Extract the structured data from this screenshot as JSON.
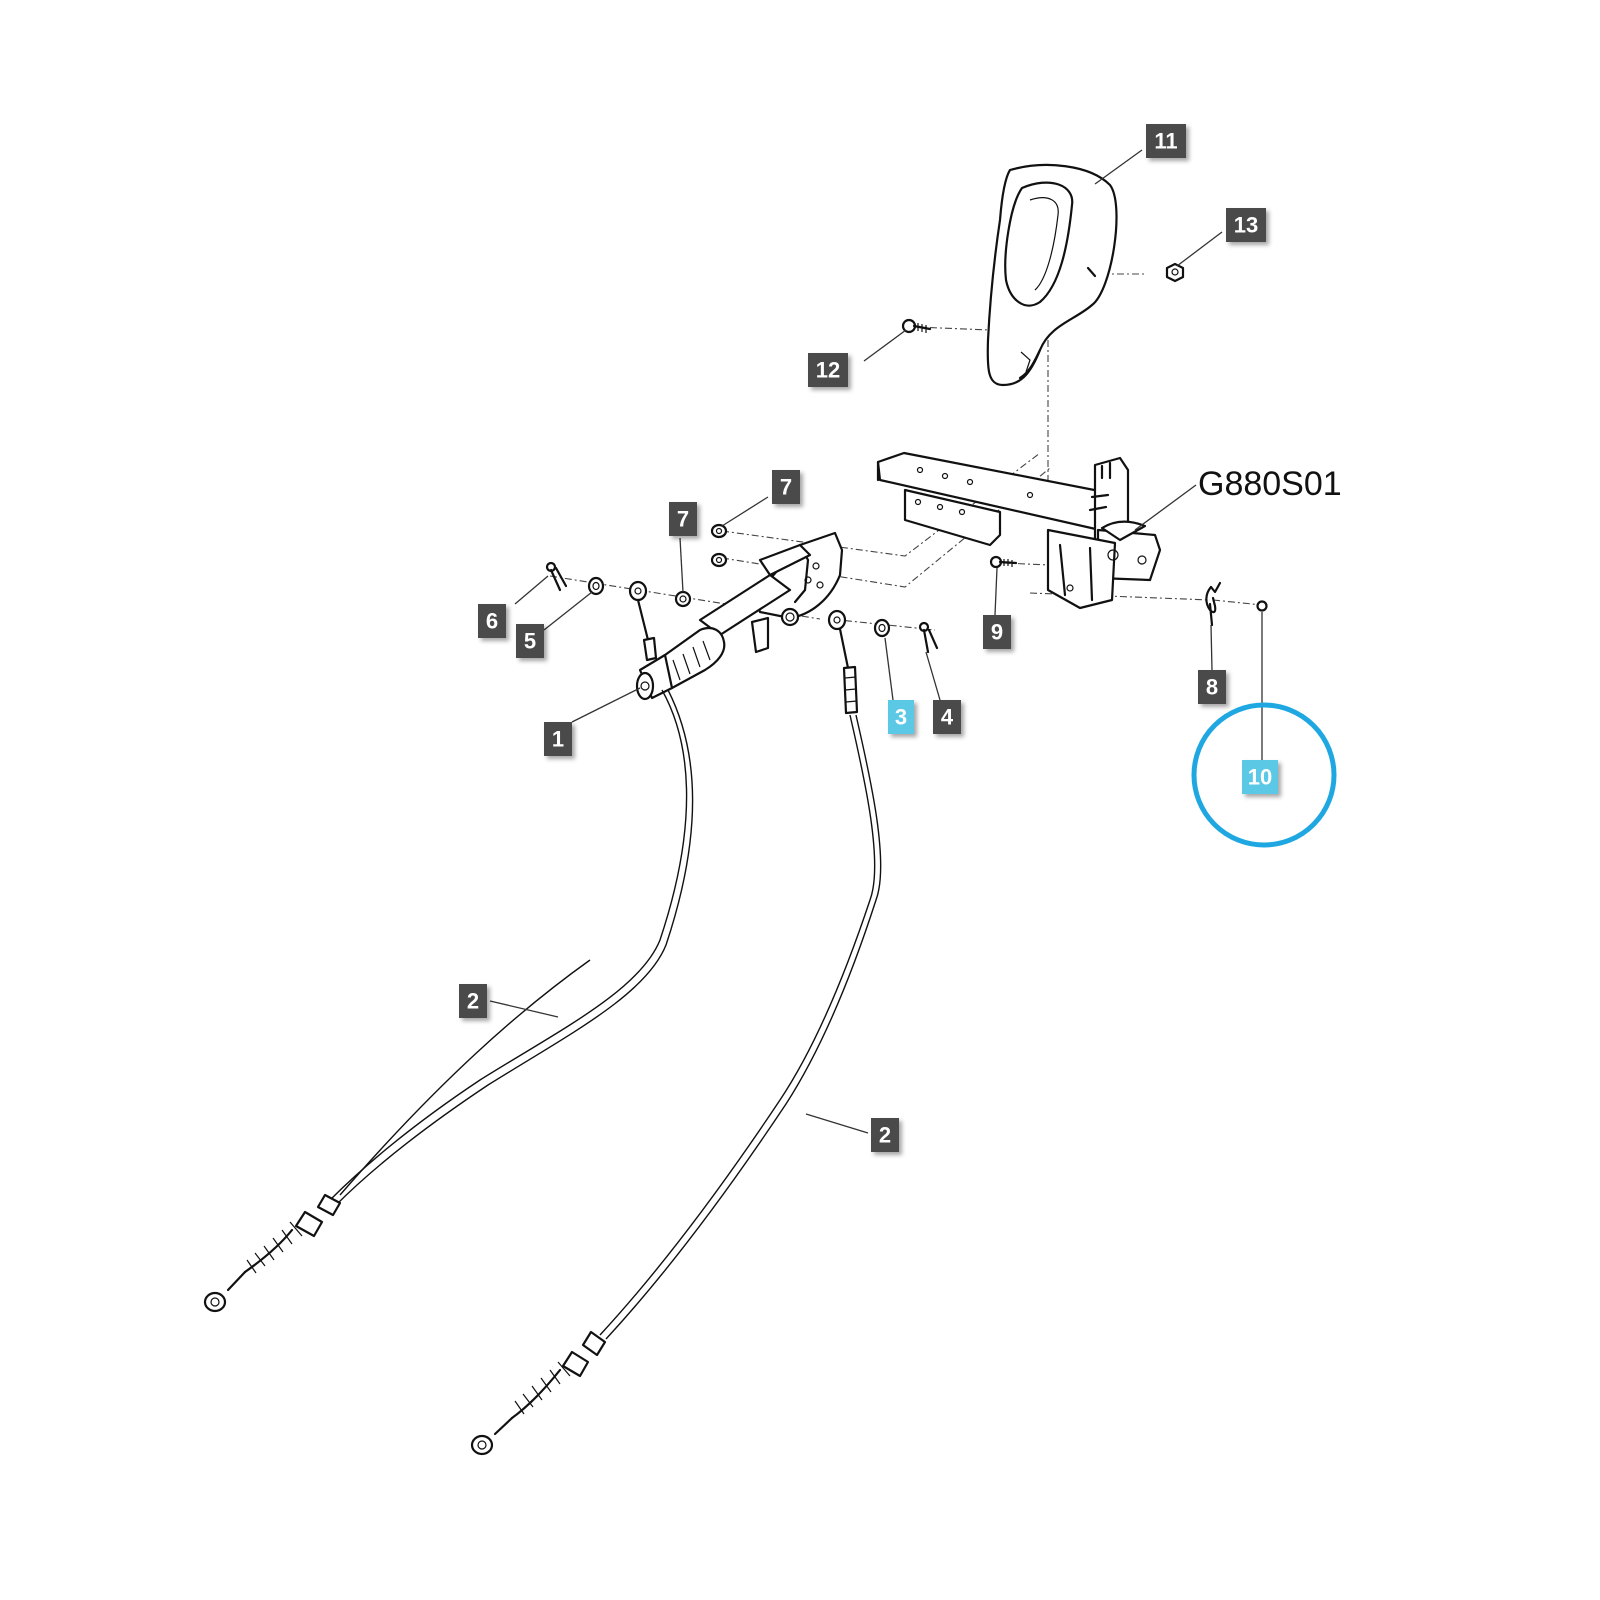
{
  "figure": {
    "reference_code": "G880S01"
  },
  "colors": {
    "callout_default": "#4a4a4a",
    "callout_highlight": "#5bc8e6",
    "highlight_ring": "#1ea7e1",
    "line": "#111111"
  },
  "callouts": [
    {
      "id": "c1",
      "label": "1",
      "highlight": false
    },
    {
      "id": "c2a",
      "label": "2",
      "highlight": false
    },
    {
      "id": "c2b",
      "label": "2",
      "highlight": false
    },
    {
      "id": "c3",
      "label": "3",
      "highlight": true
    },
    {
      "id": "c4",
      "label": "4",
      "highlight": false
    },
    {
      "id": "c5",
      "label": "5",
      "highlight": false
    },
    {
      "id": "c6",
      "label": "6",
      "highlight": false
    },
    {
      "id": "c7a",
      "label": "7",
      "highlight": false
    },
    {
      "id": "c7b",
      "label": "7",
      "highlight": false
    },
    {
      "id": "c8",
      "label": "8",
      "highlight": false
    },
    {
      "id": "c9",
      "label": "9",
      "highlight": false
    },
    {
      "id": "c10",
      "label": "10",
      "highlight": true
    },
    {
      "id": "c11",
      "label": "11",
      "highlight": false
    },
    {
      "id": "c12",
      "label": "12",
      "highlight": false
    },
    {
      "id": "c13",
      "label": "13",
      "highlight": false
    }
  ],
  "highlight_ring_target": "10"
}
